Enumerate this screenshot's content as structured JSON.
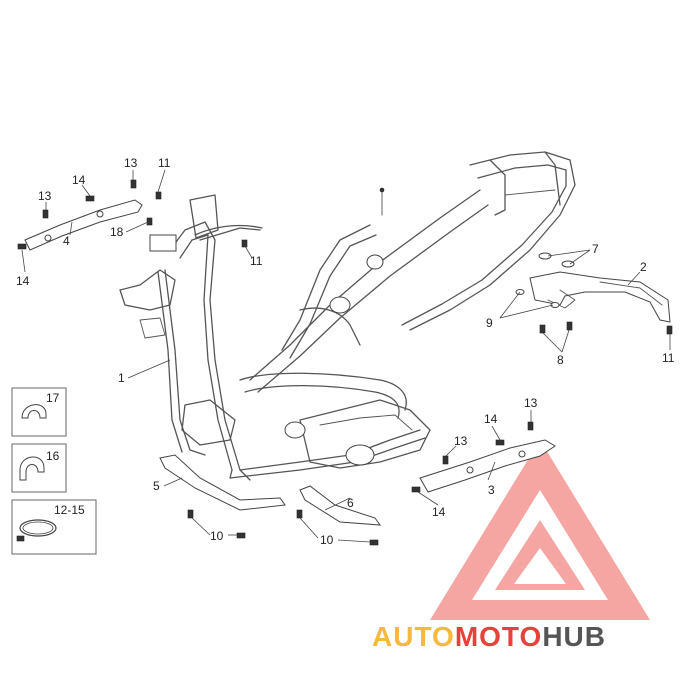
{
  "callouts": {
    "c1": "1",
    "c2": "2",
    "c3": "3",
    "c4": "4",
    "c5": "5",
    "c6": "6",
    "c7": "7",
    "c8": "8",
    "c9": "9",
    "c10a": "10",
    "c10b": "10",
    "c11a": "11",
    "c11b": "11",
    "c11c": "11",
    "c13a": "13",
    "c13b": "13",
    "c13c": "13",
    "c13d": "13",
    "c14a": "14",
    "c14b": "14",
    "c14c": "14",
    "c14d": "14",
    "c18": "18"
  },
  "inset_panels": [
    {
      "label": "17"
    },
    {
      "label": "16"
    },
    {
      "label": "12-15"
    }
  ],
  "watermark": {
    "part1": "AUTO",
    "part2": "MOTO",
    "part3": "HUB",
    "color_orange": "#f6b93b",
    "color_red": "#e8403a",
    "color_gray": "#555555"
  }
}
